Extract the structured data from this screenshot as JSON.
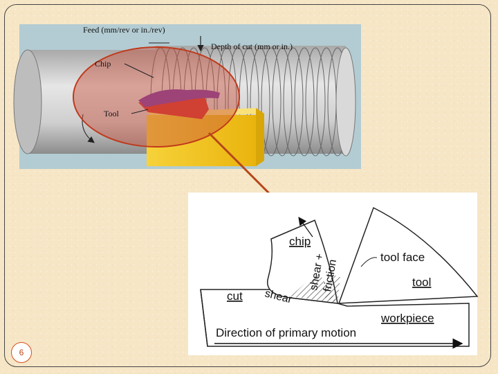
{
  "slide_number": "6",
  "turning": {
    "feed_label": "Feed (mm/rev or in./rev)",
    "depth_label": "Depth of cut (mm or in.)",
    "chip_label": "Chip",
    "tool_label": "Tool"
  },
  "cutting": {
    "chip_label": "chip",
    "shear_friction_line1": "shear +",
    "shear_friction_line2": "friction",
    "tool_face_label": "tool face",
    "tool_label": "tool",
    "cut_label": "cut",
    "shear_label": "shear",
    "workpiece_label": "workpiece",
    "motion_label": "Direction of primary motion"
  },
  "colors": {
    "highlight_circle": "#c0391b",
    "connector_arrow": "#b5471a",
    "tool_block": "#f2c418",
    "chip": "#7a3aa8",
    "tool_tip": "#d7332c"
  }
}
